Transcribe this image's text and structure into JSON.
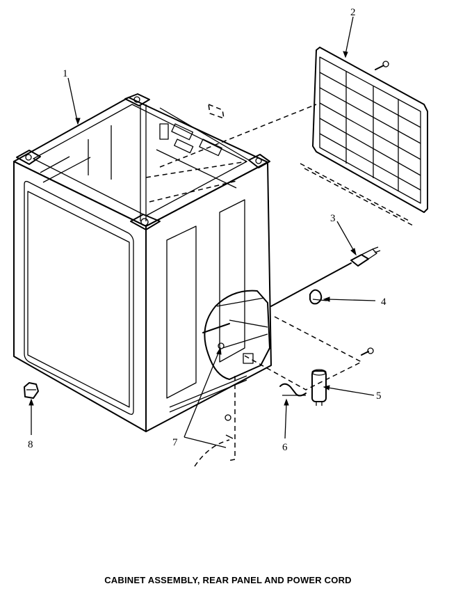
{
  "caption": "CABINET ASSEMBLY, REAR PANEL AND POWER CORD",
  "callouts": {
    "c1": "1",
    "c2": "2",
    "c3": "3",
    "c4": "4",
    "c5": "5",
    "c6": "6",
    "c7": "7",
    "c8": "8"
  },
  "parts": [
    "cabinet",
    "rear-panel",
    "power-cord",
    "cord-clamp",
    "capacitor",
    "capacitor-bracket",
    "ground-wire",
    "leveling-leg"
  ]
}
